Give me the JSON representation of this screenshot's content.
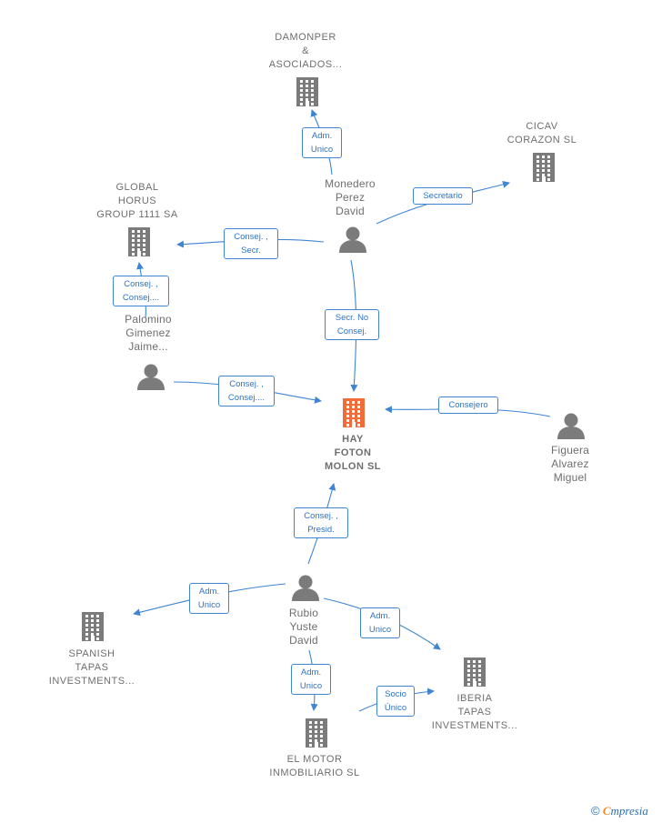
{
  "nodes": {
    "damonper": {
      "lines": [
        "DAMONPER",
        "&",
        "ASOCIADOS..."
      ],
      "kind": "company"
    },
    "cicav": {
      "lines": [
        "CICAV",
        "CORAZON SL"
      ],
      "kind": "company"
    },
    "global_horus": {
      "lines": [
        "GLOBAL",
        "HORUS",
        "GROUP 1111 SA"
      ],
      "kind": "company"
    },
    "monedero": {
      "lines": [
        "Monedero",
        "Perez",
        "David"
      ],
      "kind": "person"
    },
    "palomino": {
      "lines": [
        "Palomino",
        "Gimenez",
        "Jaime..."
      ],
      "kind": "person"
    },
    "hay_foton": {
      "lines": [
        "HAY",
        "FOTON",
        "MOLON SL"
      ],
      "kind": "focus-company"
    },
    "figuera": {
      "lines": [
        "Figuera",
        "Alvarez",
        "Miguel"
      ],
      "kind": "person"
    },
    "rubio": {
      "lines": [
        "Rubio",
        "Yuste",
        "David"
      ],
      "kind": "person"
    },
    "spanish_tapas": {
      "lines": [
        "SPANISH",
        "TAPAS",
        "INVESTMENTS..."
      ],
      "kind": "company"
    },
    "iberia_tapas": {
      "lines": [
        "IBERIA",
        "TAPAS",
        "INVESTMENTS..."
      ],
      "kind": "company"
    },
    "el_motor": {
      "lines": [
        "EL MOTOR",
        "INMOBILIARIO SL"
      ],
      "kind": "company"
    }
  },
  "edges": {
    "monedero_damonper": [
      "Adm.",
      "Unico"
    ],
    "monedero_cicav": [
      "Secretario"
    ],
    "monedero_global": [
      "Consej. ,",
      "Secr."
    ],
    "monedero_hay": [
      "Secr.  No",
      "Consej."
    ],
    "palomino_global": [
      "Consej. ,",
      "Consej...."
    ],
    "palomino_hay": [
      "Consej. ,",
      "Consej...."
    ],
    "figuera_hay": [
      "Consejero"
    ],
    "rubio_hay": [
      "Consej. ,",
      "Presid."
    ],
    "rubio_spanish": [
      "Adm.",
      "Unico"
    ],
    "rubio_iberia": [
      "Adm.",
      "Unico"
    ],
    "rubio_motor": [
      "Adm.",
      "Unico"
    ],
    "motor_iberia": [
      "Socio",
      "Único"
    ]
  },
  "colors": {
    "edge": "#3f85d2",
    "company": "#7b7b7b",
    "focus": "#f26b3a",
    "person": "#7b7b7b"
  },
  "brand": {
    "copyright": "©",
    "initial": "C",
    "rest": "mpresia"
  }
}
